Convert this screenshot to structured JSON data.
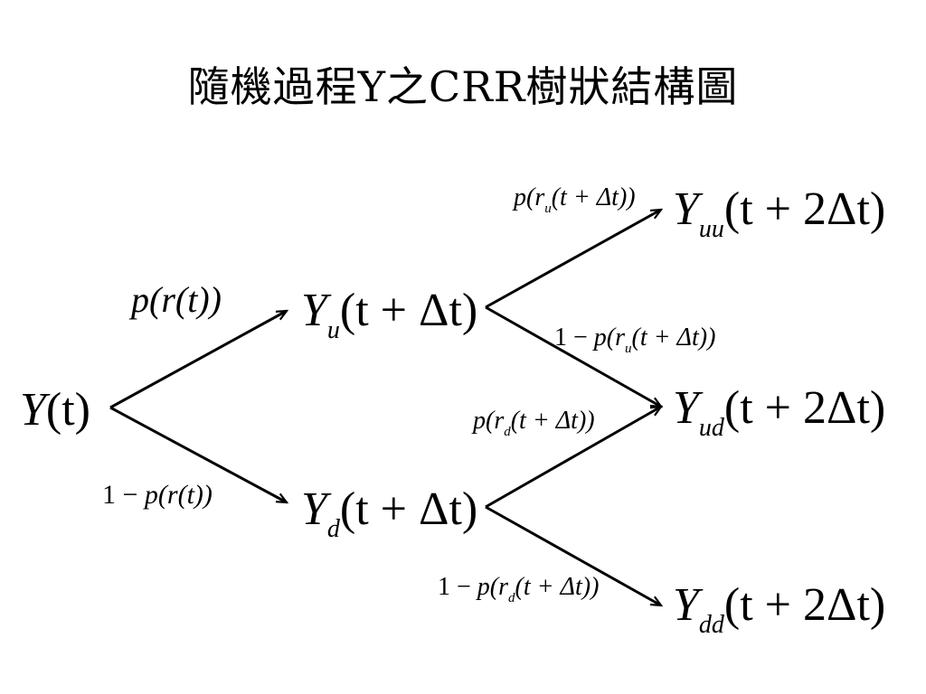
{
  "title": "隨機過程Y之CRR樹狀結構圖",
  "nodes": {
    "root": {
      "sym": "Y",
      "sub": "",
      "arg": "(t)"
    },
    "u": {
      "sym": "Y",
      "sub": "u",
      "arg": "(t + Δt)"
    },
    "d": {
      "sym": "Y",
      "sub": "d",
      "arg": "(t + Δt)"
    },
    "uu": {
      "sym": "Y",
      "sub": "uu",
      "arg": "(t + 2Δt)"
    },
    "ud": {
      "sym": "Y",
      "sub": "ud",
      "arg": "(t + 2Δt)"
    },
    "dd": {
      "sym": "Y",
      "sub": "dd",
      "arg": "(t + 2Δt)"
    }
  },
  "probabilities": {
    "root_to_u": {
      "pre": "",
      "head": "p(r",
      "sub": "",
      "tail": "(t))"
    },
    "root_to_d": {
      "pre": "1 − ",
      "head": "p(r",
      "sub": "",
      "tail": "(t))"
    },
    "u_to_uu": {
      "pre": "",
      "head": "p(r",
      "sub": "u",
      "tail": "(t + Δt))"
    },
    "u_to_ud": {
      "pre": "1 − ",
      "head": "p(r",
      "sub": "u",
      "tail": "(t + Δt))"
    },
    "d_to_ud": {
      "pre": "",
      "head": "p(r",
      "sub": "d",
      "tail": "(t + Δt))"
    },
    "d_to_dd": {
      "pre": "1 − ",
      "head": "p(r",
      "sub": "d",
      "tail": "(t + Δt))"
    }
  }
}
